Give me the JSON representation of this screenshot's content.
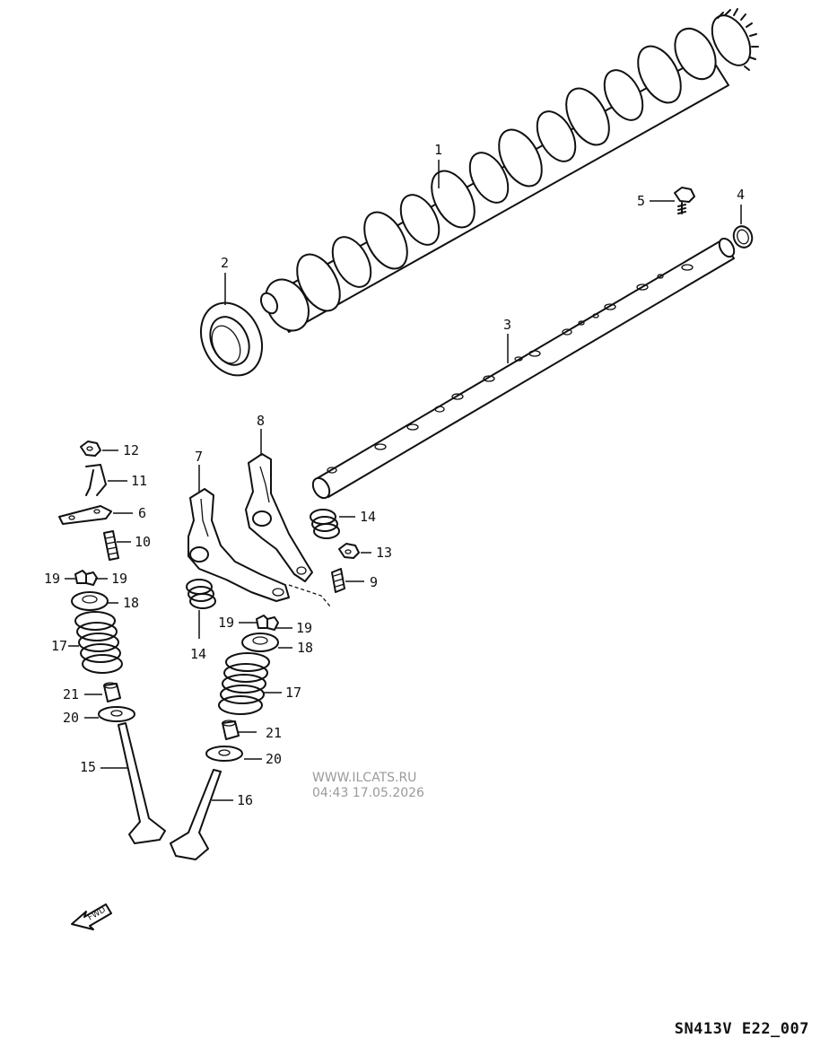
{
  "callouts": {
    "c1": "1",
    "c2": "2",
    "c3": "3",
    "c4": "4",
    "c5": "5",
    "c6": "6",
    "c7": "7",
    "c8": "8",
    "c9": "9",
    "c10": "10",
    "c11": "11",
    "c12": "12",
    "c13": "13",
    "c14a": "14",
    "c14b": "14",
    "c15": "15",
    "c16": "16",
    "c17a": "17",
    "c17b": "17",
    "c18a": "18",
    "c18b": "18",
    "c19a": "19",
    "c19b": "19",
    "c19c": "19",
    "c19d": "19",
    "c20a": "20",
    "c20b": "20",
    "c21a": "21",
    "c21b": "21"
  },
  "watermark": {
    "site": "WWW.ILCATS.RU",
    "timestamp": "04:43 17.05.2026"
  },
  "fwd_label": "FWD",
  "diagram_code": "SN413V E22_007"
}
